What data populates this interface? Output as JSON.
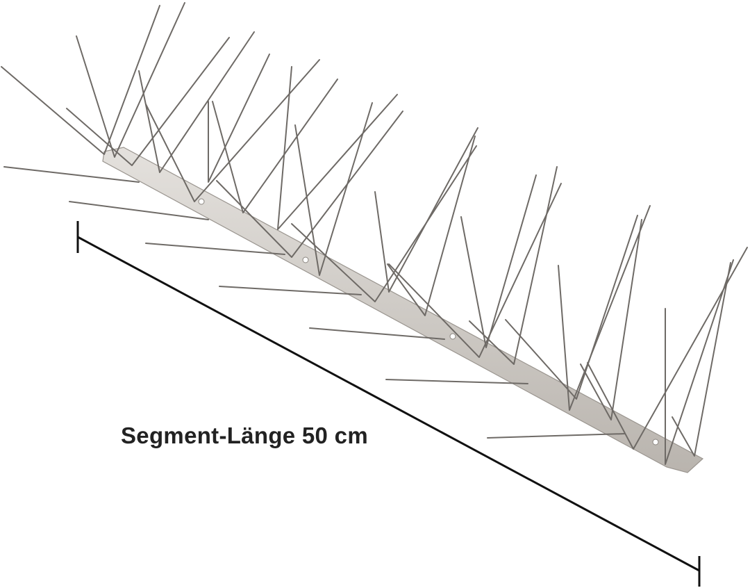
{
  "image": {
    "subject": "Stainless steel bird spike strip",
    "background_color": "#ffffff"
  },
  "annotation": {
    "label": "Segment-Länge 50 cm",
    "label_color": "#222222",
    "dimension_line_color": "#111111"
  },
  "product": {
    "base_color": "#cfcac5",
    "wire_color": "#6e6a66",
    "spike_pairs": 8
  }
}
